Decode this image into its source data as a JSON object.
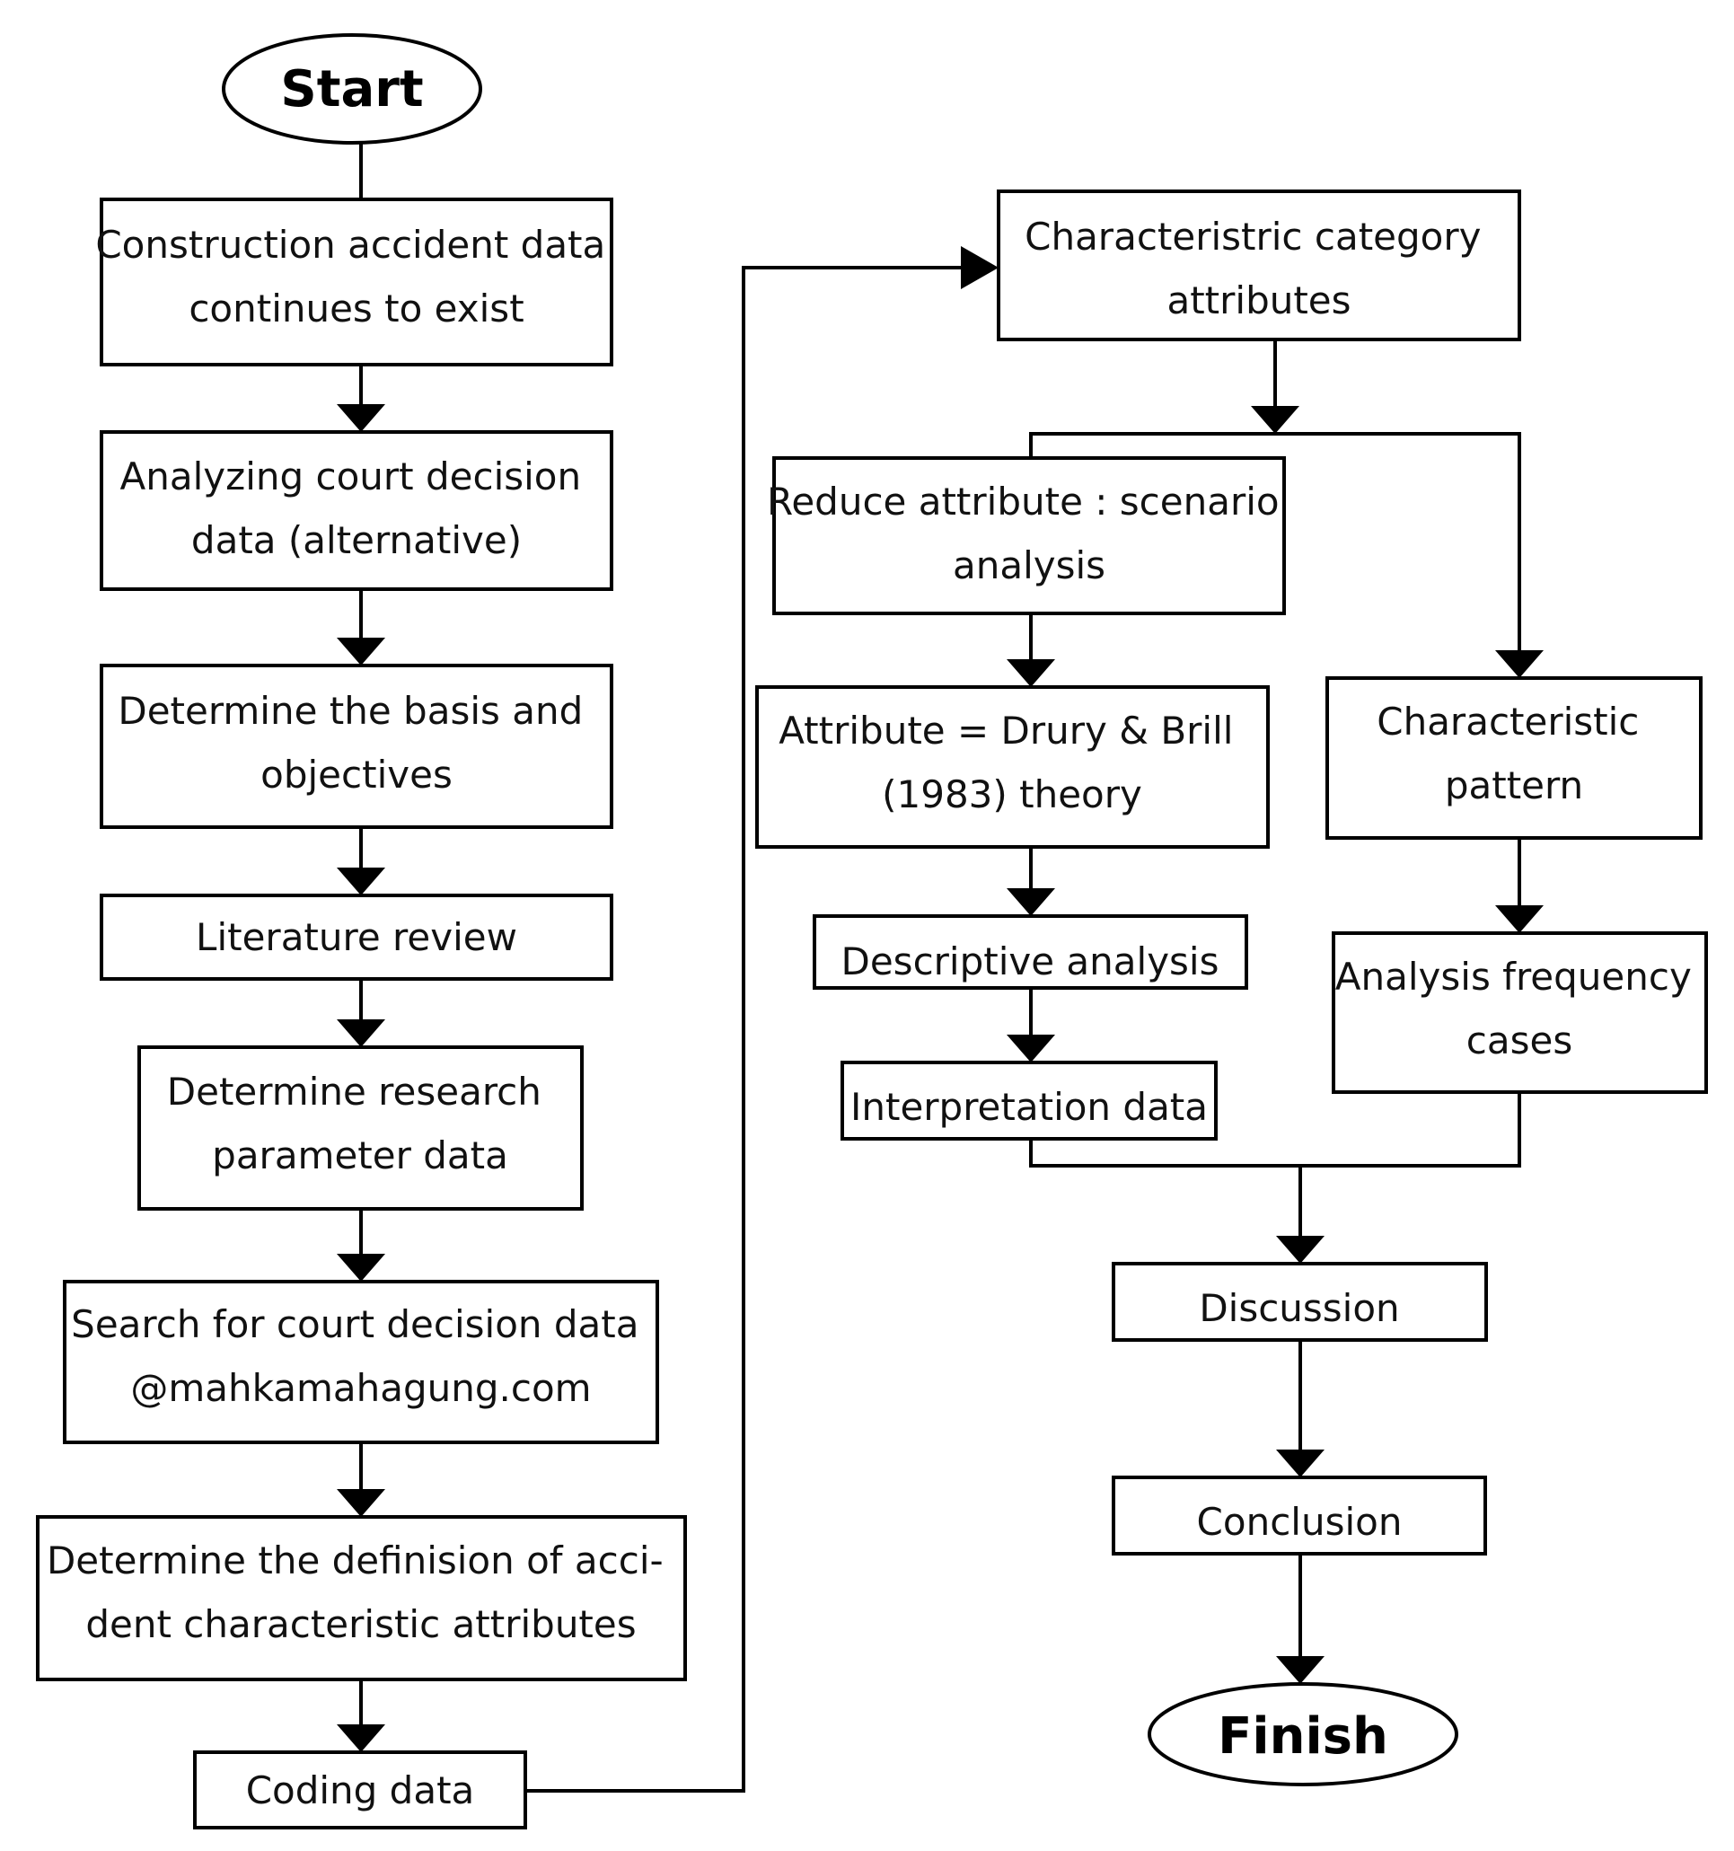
{
  "nodes": {
    "start": "Start",
    "construction_accident": [
      "Construction accident data",
      "continues to exist"
    ],
    "analyzing_court": [
      "Analyzing court decision",
      "data (alternative)"
    ],
    "basis_objectives": [
      "Determine the basis and",
      "objectives"
    ],
    "literature_review": [
      "Literature review"
    ],
    "research_parameter": [
      "Determine research",
      "parameter data"
    ],
    "search_court": [
      "Search for court decision data",
      "@mahkamahagung.com"
    ],
    "definision": [
      "Determine the definision of acci-",
      "dent characteristic attributes"
    ],
    "coding_data": [
      "Coding data"
    ],
    "category_attributes": [
      "Characteristric category",
      "attributes"
    ],
    "reduce_attribute": [
      "Reduce attribute : scenario",
      "analysis"
    ],
    "drury_brill": [
      "Attribute = Drury & Brill",
      "(1983) theory"
    ],
    "characteristic_pattern": [
      "Characteristic",
      "pattern"
    ],
    "descriptive_analysis": [
      "Descriptive analysis"
    ],
    "analysis_frequency": [
      "Analysis frequency",
      "cases"
    ],
    "interpretation_data": [
      "Interpretation data"
    ],
    "discussion": [
      "Discussion"
    ],
    "conclusion": [
      "Conclusion"
    ],
    "finish": "Finish"
  }
}
